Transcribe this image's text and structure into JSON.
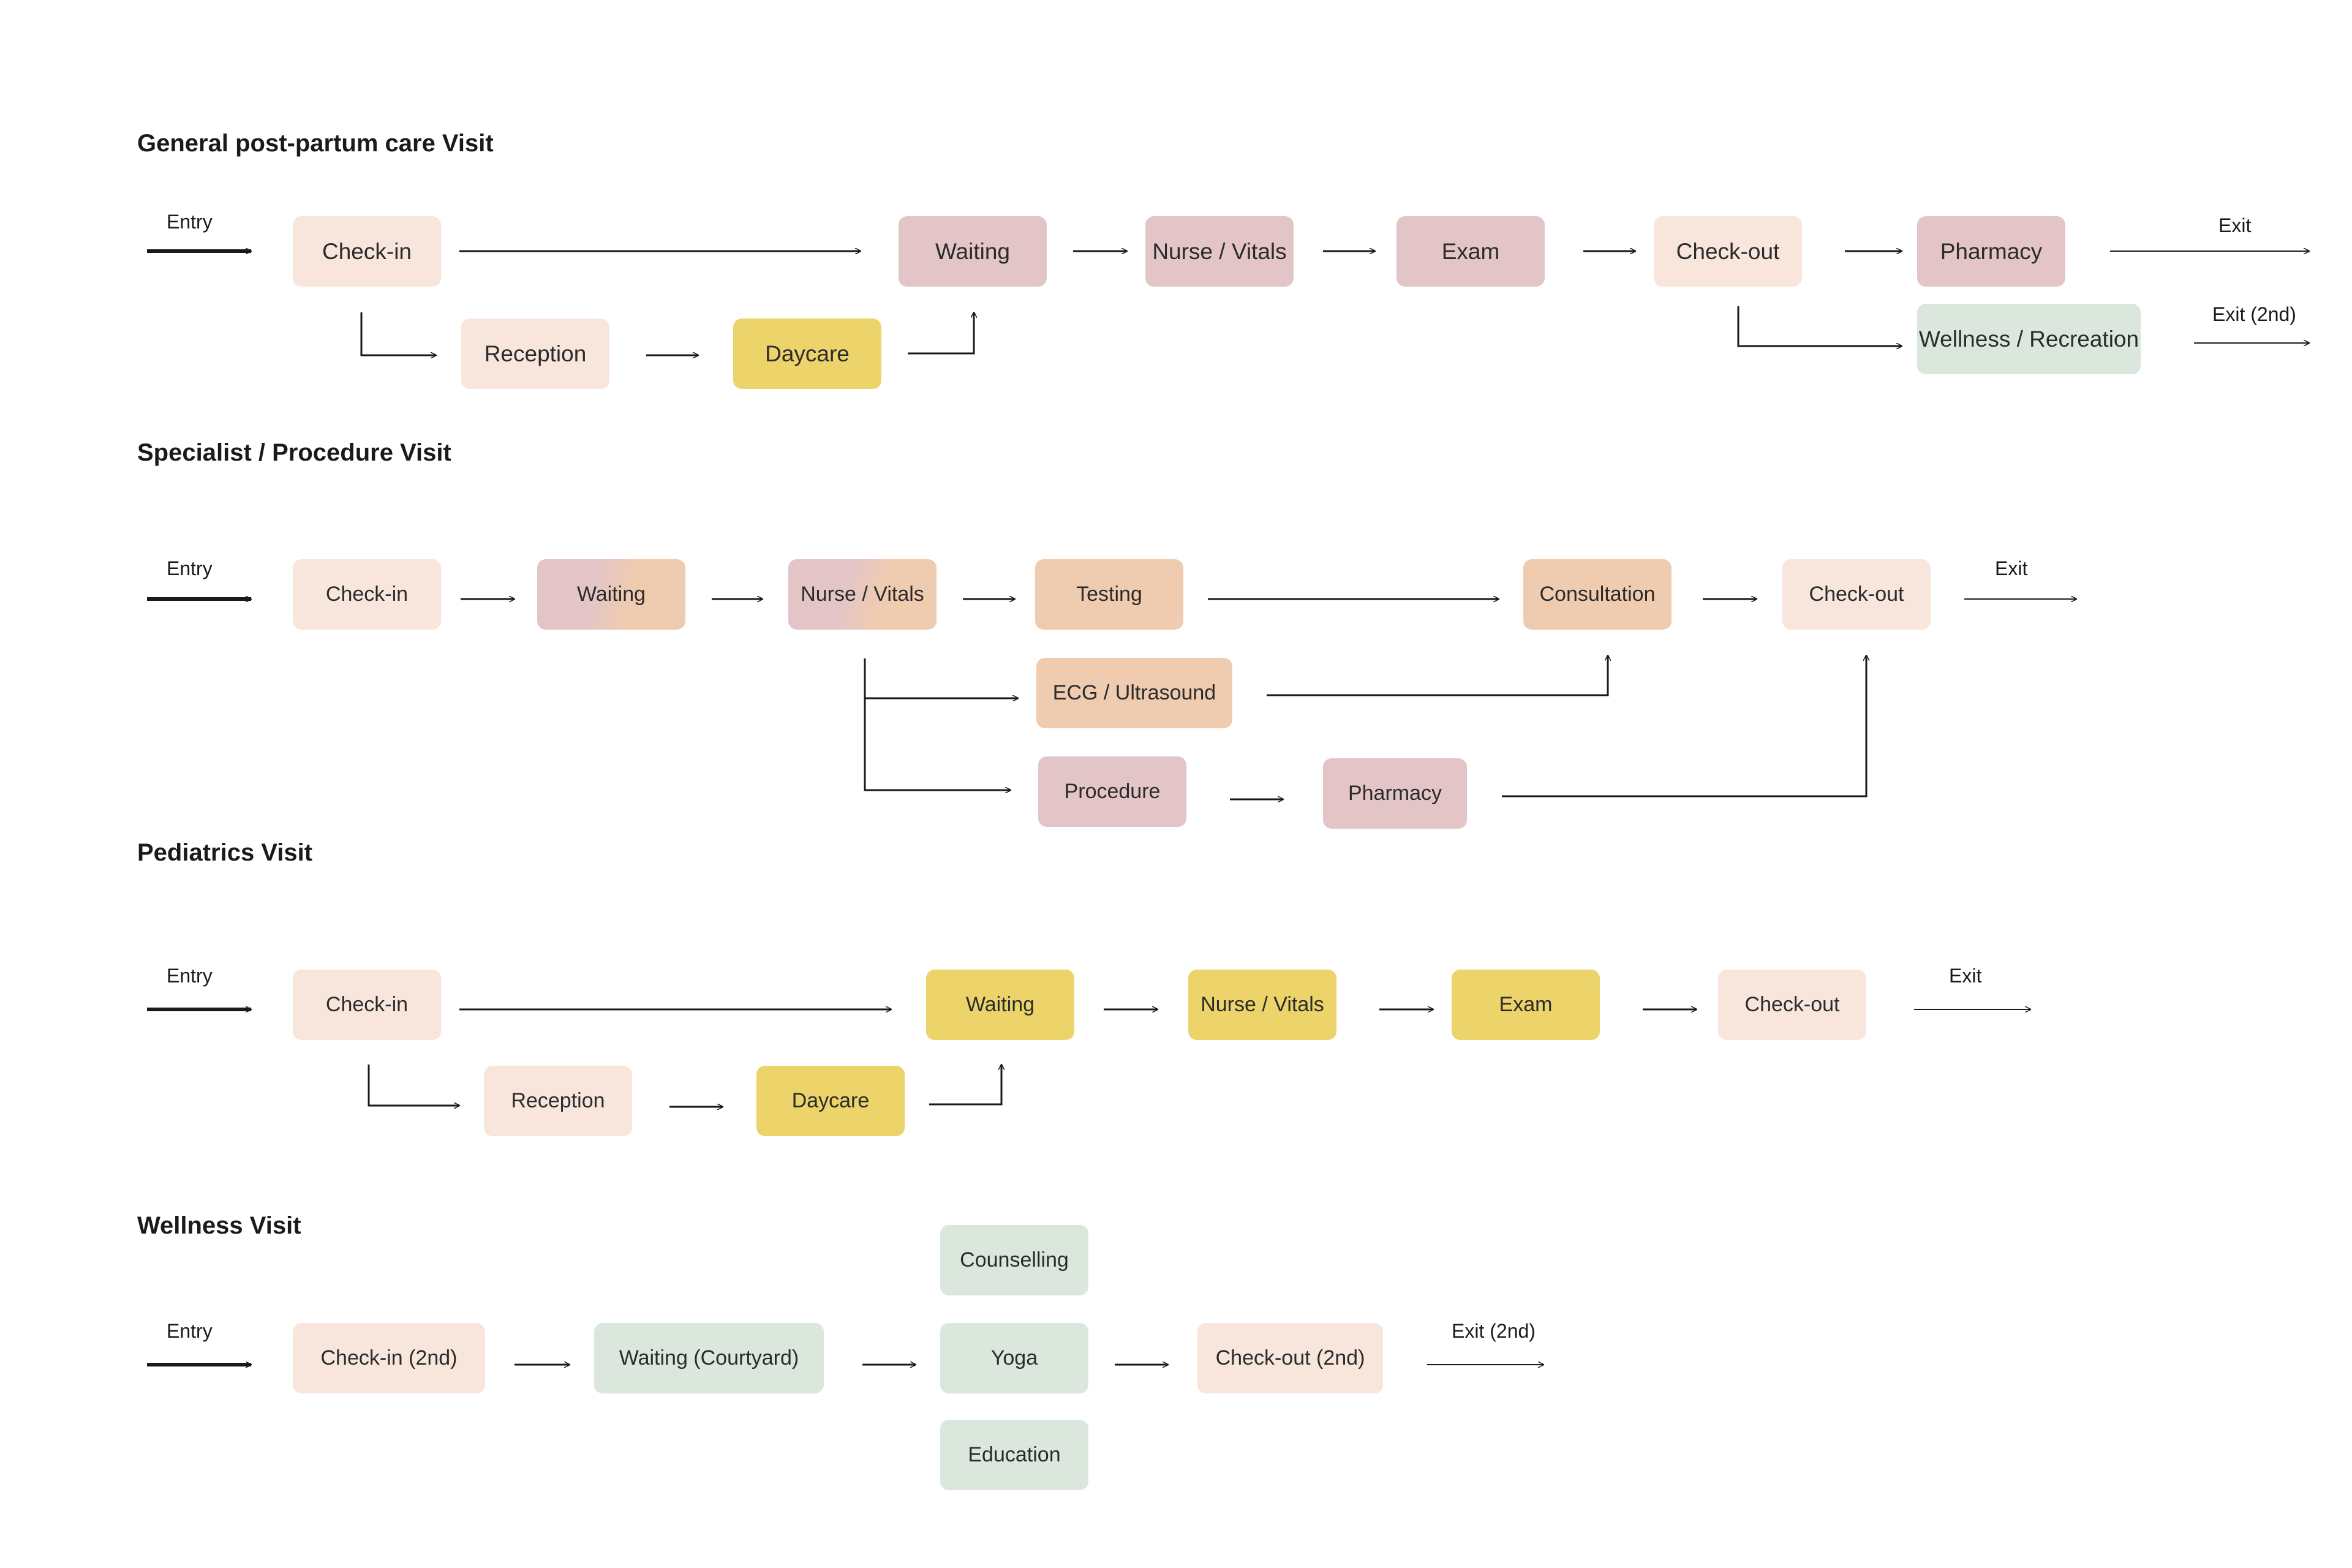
{
  "sections": {
    "general": {
      "title": "General post-partum care Visit"
    },
    "specialist": {
      "title": "Specialist / Procedure Visit"
    },
    "pediatrics": {
      "title": "Pediatrics Visit"
    },
    "wellness": {
      "title": "Wellness Visit"
    }
  },
  "colors": {
    "cream": "#f8e6dd",
    "rose": "#e4c5c7",
    "gold": "#ecd46a",
    "sage": "#dbe7dc",
    "peach": "#efcbb0"
  },
  "labels": {
    "entry": "Entry",
    "exit": "Exit",
    "exit_2nd": "Exit (2nd)"
  },
  "general": {
    "checkin": "Check-in",
    "reception": "Reception",
    "daycare": "Daycare",
    "waiting": "Waiting",
    "nurse": "Nurse / Vitals",
    "exam": "Exam",
    "checkout": "Check-out",
    "pharmacy": "Pharmacy",
    "wellness": "Wellness / Recreation"
  },
  "specialist": {
    "checkin": "Check-in",
    "waiting": "Waiting",
    "nurse": "Nurse / Vitals",
    "testing": "Testing",
    "ecg": "ECG / Ultrasound",
    "procedure": "Procedure",
    "pharmacy": "Pharmacy",
    "consultation": "Consultation",
    "checkout": "Check-out"
  },
  "pediatrics": {
    "checkin": "Check-in",
    "reception": "Reception",
    "daycare": "Daycare",
    "waiting": "Waiting",
    "nurse": "Nurse / Vitals",
    "exam": "Exam",
    "checkout": "Check-out"
  },
  "wellness": {
    "checkin": "Check-in (2nd)",
    "waiting": "Waiting (Courtyard)",
    "counselling": "Counselling",
    "yoga": "Yoga",
    "education": "Education",
    "checkout": "Check-out (2nd)"
  }
}
